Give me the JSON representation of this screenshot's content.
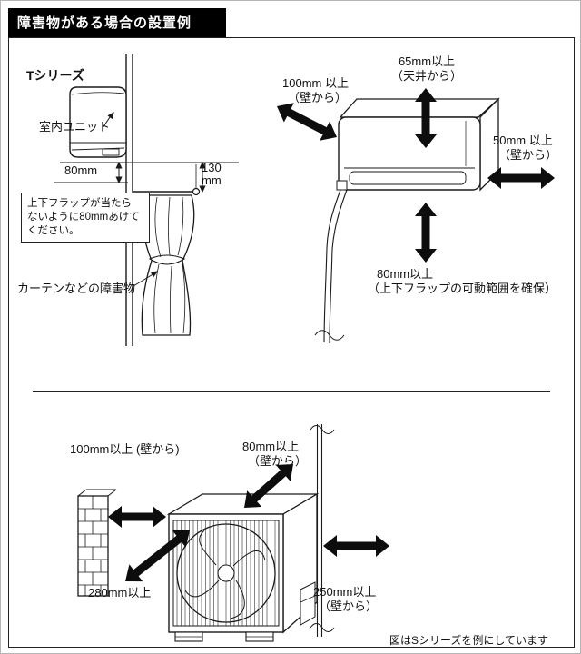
{
  "page": {
    "title": "障害物がある場合の設置例",
    "series_label": "Tシリーズ",
    "footnote": "図はSシリーズを例にしています"
  },
  "indoor_side_view": {
    "unit_label": "室内ユニット",
    "dim_80": "80mm",
    "dim_130_line1": "130",
    "dim_130_line2": "mm",
    "note_line1": "上下フラップが当たら",
    "note_line2": "ないように80mmあけて",
    "note_line3": "ください。",
    "curtain_label": "カーテンなどの障害物"
  },
  "indoor_clearances": {
    "left_line1": "100mm 以上",
    "left_line2": "（壁から）",
    "top_line1": "65mm以上",
    "top_line2": "（天井から）",
    "right_line1": "50mm 以上",
    "right_line2": "（壁から）",
    "bottom_line1": "80mm以上",
    "bottom_line2": "（上下フラップの可動範囲を確保）"
  },
  "outdoor_clearances": {
    "left_label": "100mm以上 (壁から)",
    "top_line1": "80mm以上",
    "top_line2": "（壁から）",
    "right_line1": "250mm以上",
    "right_line2": "（壁から）",
    "bottom_label": "280mm以上"
  }
}
